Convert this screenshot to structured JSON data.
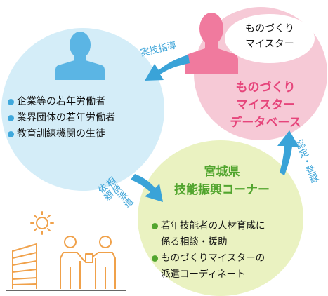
{
  "bubble": {
    "text": "ものづくり\nマイスター"
  },
  "meister_circle": {
    "title": "ものづくり\nマイスター\nデータベース"
  },
  "workers_circle": {
    "items": [
      "企業等の若年労働者",
      "業界団体の若年労働者",
      "教育訓練機関の生徒"
    ]
  },
  "miyagi_circle": {
    "title": "宮城県\n技能振興コーナー",
    "items": [
      "若年技能者の人材育成に\n係る相談・援助",
      "ものづくりマイスターの\n派遣コーディネート"
    ]
  },
  "flows": {
    "guidance": "実技指導",
    "consult": "相談派遣\n依頼",
    "register": "認定・登録"
  },
  "colors": {
    "blue_circle": "#d4edf8",
    "pink_circle": "#f6c9d6",
    "green_circle": "#eaf2c1",
    "arrow_blue": "#3aa3d8",
    "pink_title": "#e6457b",
    "green_title": "#52a52e",
    "silhouette_blue": "#5bb5e4",
    "silhouette_pink": "#f07a9e",
    "illustration_orange": "#f0a14a"
  },
  "icons": {
    "workers": "person-silhouette-icon",
    "meister": "person-silhouette-icon",
    "illustration": "buildings-sun-people-illustration"
  }
}
